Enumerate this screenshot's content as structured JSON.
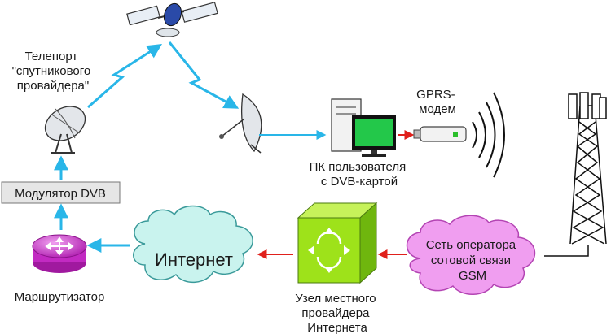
{
  "labels": {
    "teleport": [
      "Телепорт",
      "\"спутникового",
      "провайдера\""
    ],
    "modulator": "Модулятор DVB",
    "router": "Маршрутизатор",
    "internet": "Интернет",
    "isp_node": [
      "Узел местного",
      "провайдера",
      "Интернета"
    ],
    "gsm": [
      "Сеть оператора",
      "сотовой связи",
      "GSM"
    ],
    "pc": [
      "ПК пользователя",
      "с DVB-картой"
    ],
    "modem": [
      "GPRS-",
      "модем"
    ]
  },
  "colors": {
    "link_blue": "#29b6e8",
    "link_red": "#e0201b",
    "cloud_fill": "#c9f3ee",
    "cloud_stroke": "#3a9a9a",
    "gsm_fill": "#f09ef0",
    "gsm_stroke": "#b344b3",
    "node_fill": "#9ee21a",
    "router_fill": "#d23bd2",
    "monitor_screen": "#23c84a"
  },
  "icons": [
    "satellite-icon",
    "teleport-dish-icon",
    "router-icon",
    "user-dish-icon",
    "pc-tower-icon",
    "monitor-icon",
    "usb-modem-icon",
    "cell-tower-icon",
    "node-box-icon"
  ]
}
